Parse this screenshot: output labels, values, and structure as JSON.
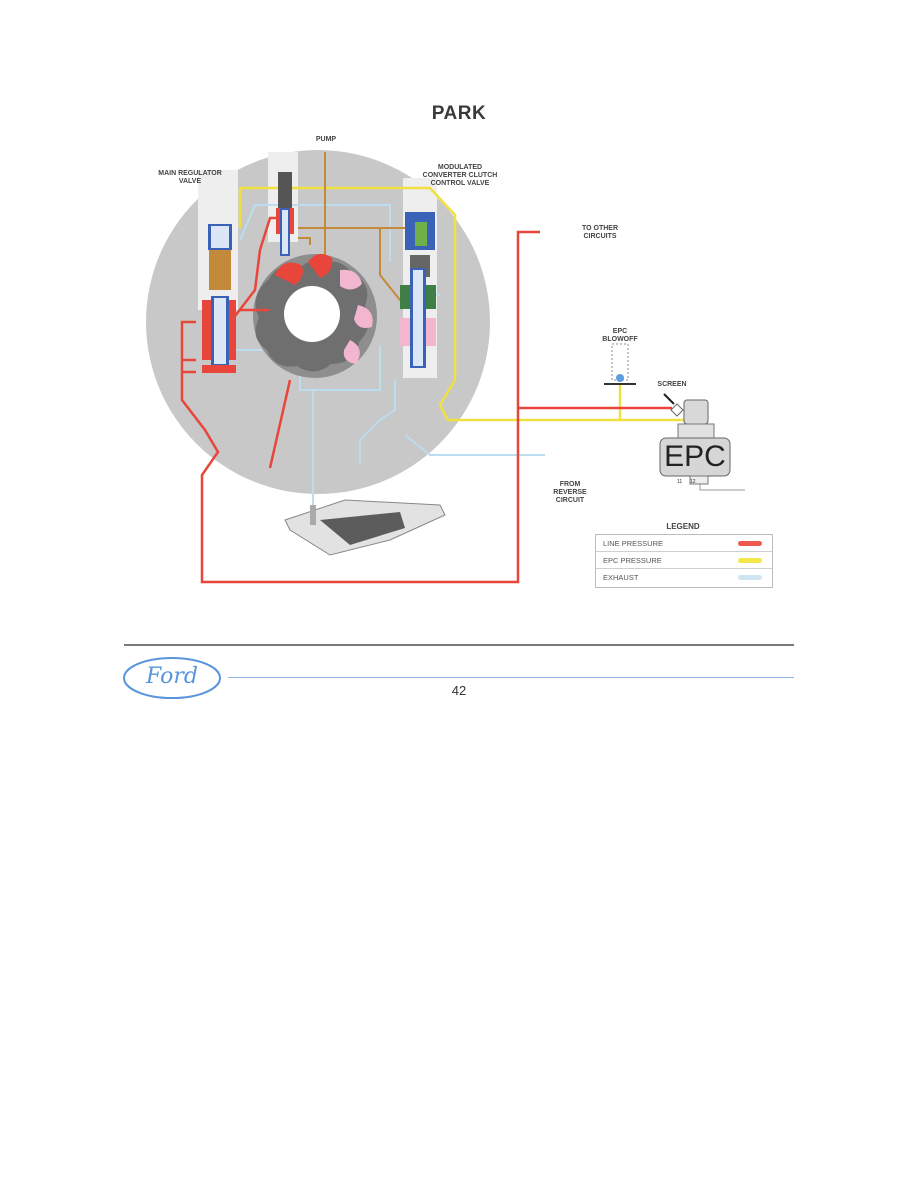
{
  "page": {
    "title": "PARK",
    "page_number": "42",
    "logo_text": "Ford"
  },
  "labels": {
    "pump": "PUMP",
    "main_regulator_valve": "MAIN REGULATOR\nVALVE",
    "modulated_ccc_valve": "MODULATED\nCONVERTER CLUTCH\nCONTROL VALVE",
    "to_other_circuits": "TO OTHER\nCIRCUITS",
    "epc_blowoff": "EPC\nBLOWOFF",
    "screen": "SCREEN",
    "epc": "EPC",
    "epc_pin_11": "11",
    "epc_pin_12": "12",
    "from_reverse_circuit": "FROM\nREVERSE\nCIRCUIT"
  },
  "legend": {
    "title": "LEGEND",
    "items": [
      {
        "label": "LINE PRESSURE",
        "color": "#ee5a4f"
      },
      {
        "label": "EPC PRESSURE",
        "color": "#f2e84a"
      },
      {
        "label": "EXHAUST",
        "color": "#cfe6f2"
      }
    ]
  },
  "colors": {
    "line_pressure": "#e8463a",
    "epc_pressure": "#f0e040",
    "exhaust": "#bcdcef",
    "converter_feed": "#c48a3c",
    "pump_body": "#c9c9c9",
    "gear": "#8e8e8e",
    "valve_blue": "#3a63b8",
    "ford_blue": "#5a95dc"
  }
}
